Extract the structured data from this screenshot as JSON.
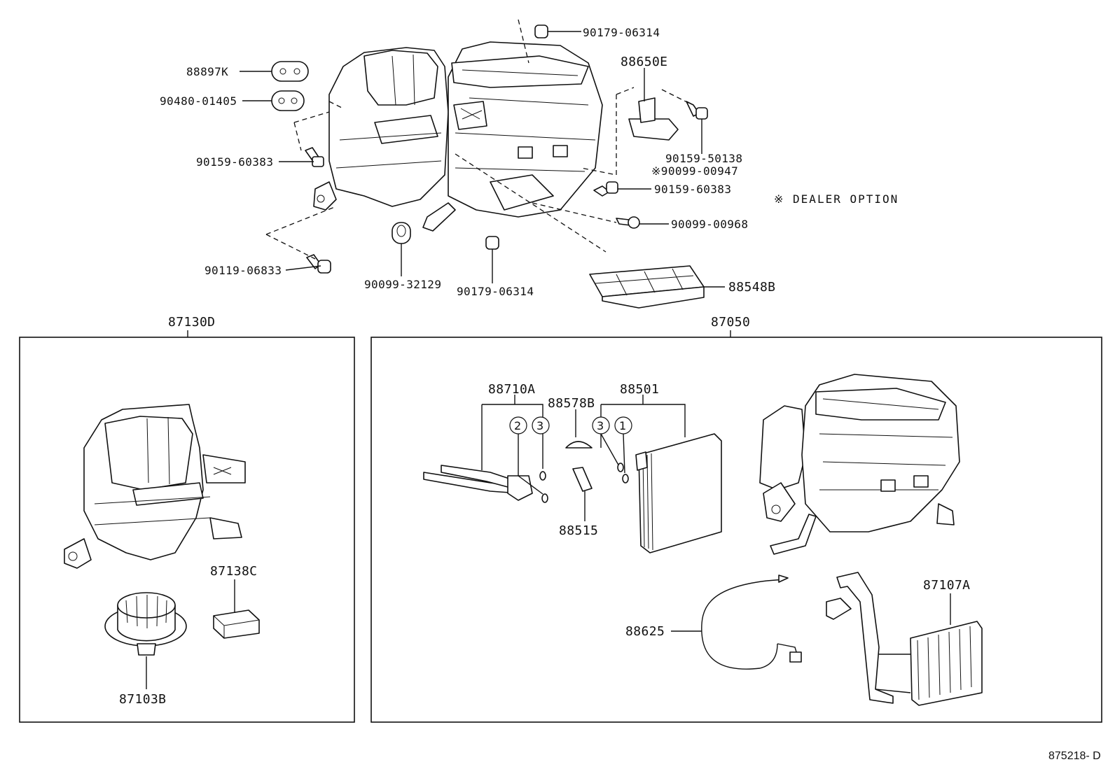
{
  "labels": {
    "p88897K": "88897K",
    "p90480": "90480-01405",
    "p90159_60383_left": "90159-60383",
    "p90119": "90119-06833",
    "p90099_32129": "90099-32129",
    "p90179_bottom": "90179-06314",
    "p90179_top": "90179-06314",
    "p88650E": "88650E",
    "p90159_50138": "90159-50138",
    "p90099_00947": "※90099-00947",
    "p90159_60383_right": "90159-60383",
    "p90099_00968": "90099-00968",
    "p88548B": "88548B",
    "p87130D": "87130D",
    "p87050": "87050",
    "p88710A": "88710A",
    "p88578B": "88578B",
    "p88501": "88501",
    "p88515": "88515",
    "p87138C": "87138C",
    "p87103B": "87103B",
    "p88625": "88625",
    "p87107A": "87107A"
  },
  "callouts": {
    "c2": "2",
    "c3a": "3",
    "c3b": "3",
    "c1": "1"
  },
  "note": "※ DEALER OPTION",
  "diagram_code": "875218- D"
}
